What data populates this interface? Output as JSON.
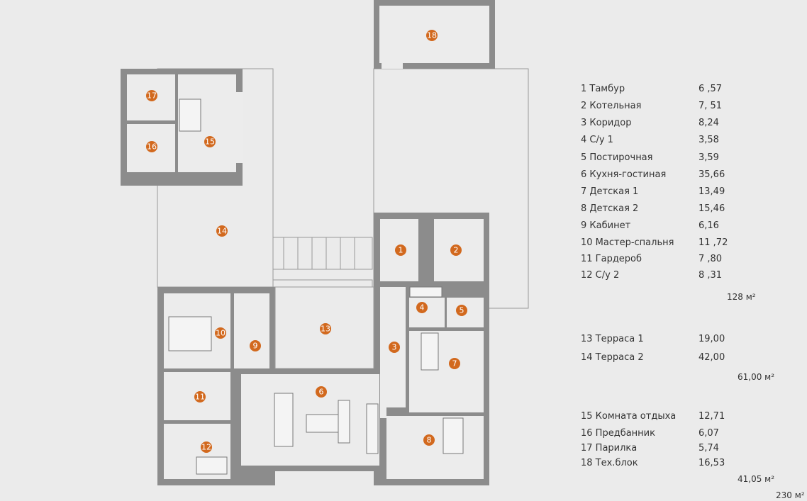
{
  "rooms": [
    {
      "num": "1",
      "name": "1 Тамбур",
      "area": "6 ,57"
    },
    {
      "num": "2",
      "name": "2 Котельная",
      "area": "7, 51"
    },
    {
      "num": "3",
      "name": "3 Коридор",
      "area": "8,24"
    },
    {
      "num": "4",
      "name": "4 С/у 1",
      "area": "3,58"
    },
    {
      "num": "5",
      "name": "5 Постирочная",
      "area": "3,59"
    },
    {
      "num": "6",
      "name": "6 Кухня-гостиная",
      "area": "35,66"
    },
    {
      "num": "7",
      "name": "7 Детская 1",
      "area": "13,49"
    },
    {
      "num": "8",
      "name": "8 Детская 2",
      "area": "15,46"
    },
    {
      "num": "9",
      "name": "9 Кабинет",
      "area": "6,16"
    },
    {
      "num": "10",
      "name": "10 Мастер-спальня",
      "area": "11 ,72"
    },
    {
      "num": "11",
      "name": "11 Гардероб",
      "area": "7 ,80"
    },
    {
      "num": "12",
      "name": "12 С/у 2",
      "area": "8 ,31"
    },
    {
      "num": "13",
      "name": "13 Терраса 1",
      "area": "19,00"
    },
    {
      "num": "14",
      "name": "14 Терраса 2",
      "area": "42,00"
    },
    {
      "num": "15",
      "name": "15 Комната отдыха",
      "area": "12,71"
    },
    {
      "num": "16",
      "name": "16 Предбанник",
      "area": "6,07"
    },
    {
      "num": "17",
      "name": "17 Парилка",
      "area": "5,74"
    },
    {
      "num": "18",
      "name": "18 Тех.блок",
      "area": "16,53"
    }
  ],
  "totals": {
    "house": "128 м²",
    "terraces": "61,00 м²",
    "bath": "41,05 м²",
    "all": "230 м²"
  },
  "colors": {
    "marker": "#d2691e",
    "wall": "#8c8c8c",
    "background": "#ebebeb"
  }
}
